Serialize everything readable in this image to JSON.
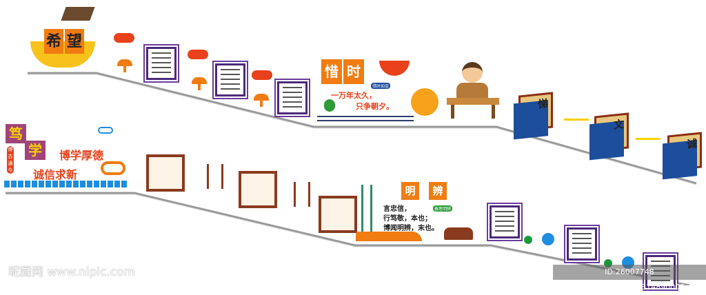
{
  "top_left": {
    "book_chars": [
      "希",
      "望"
    ]
  },
  "time_section": {
    "title_chars": [
      "惜",
      "时"
    ],
    "badge": "惜时如金",
    "poem_line1": "一万年太久，",
    "poem_line2": "只争朝夕。"
  },
  "virtue_scrolls": [
    {
      "char": "悌"
    },
    {
      "char": "文"
    },
    {
      "char": "诚"
    }
  ],
  "study_section": {
    "title_chars": [
      "笃",
      "学"
    ],
    "vertical_badge": "博古通今",
    "line1": "博学厚德",
    "line2": "诚信求新"
  },
  "discern_section": {
    "title_chars": [
      "明",
      "辨"
    ],
    "badge": "善思明辨",
    "lines": [
      "言忠信，",
      "行笃敬，本也；",
      "博闻明辨，末也。"
    ]
  },
  "watermark": {
    "site": "昵图网 www.nipic.com",
    "id_text": "ID:26007748 NO:20171115163314890000"
  },
  "colors": {
    "orange": "#f07c12",
    "red": "#e8411b",
    "purple": "#6a3b9c",
    "brown": "#8a3a1e",
    "blue": "#1d4e9b",
    "yellow": "#f7c21a"
  }
}
